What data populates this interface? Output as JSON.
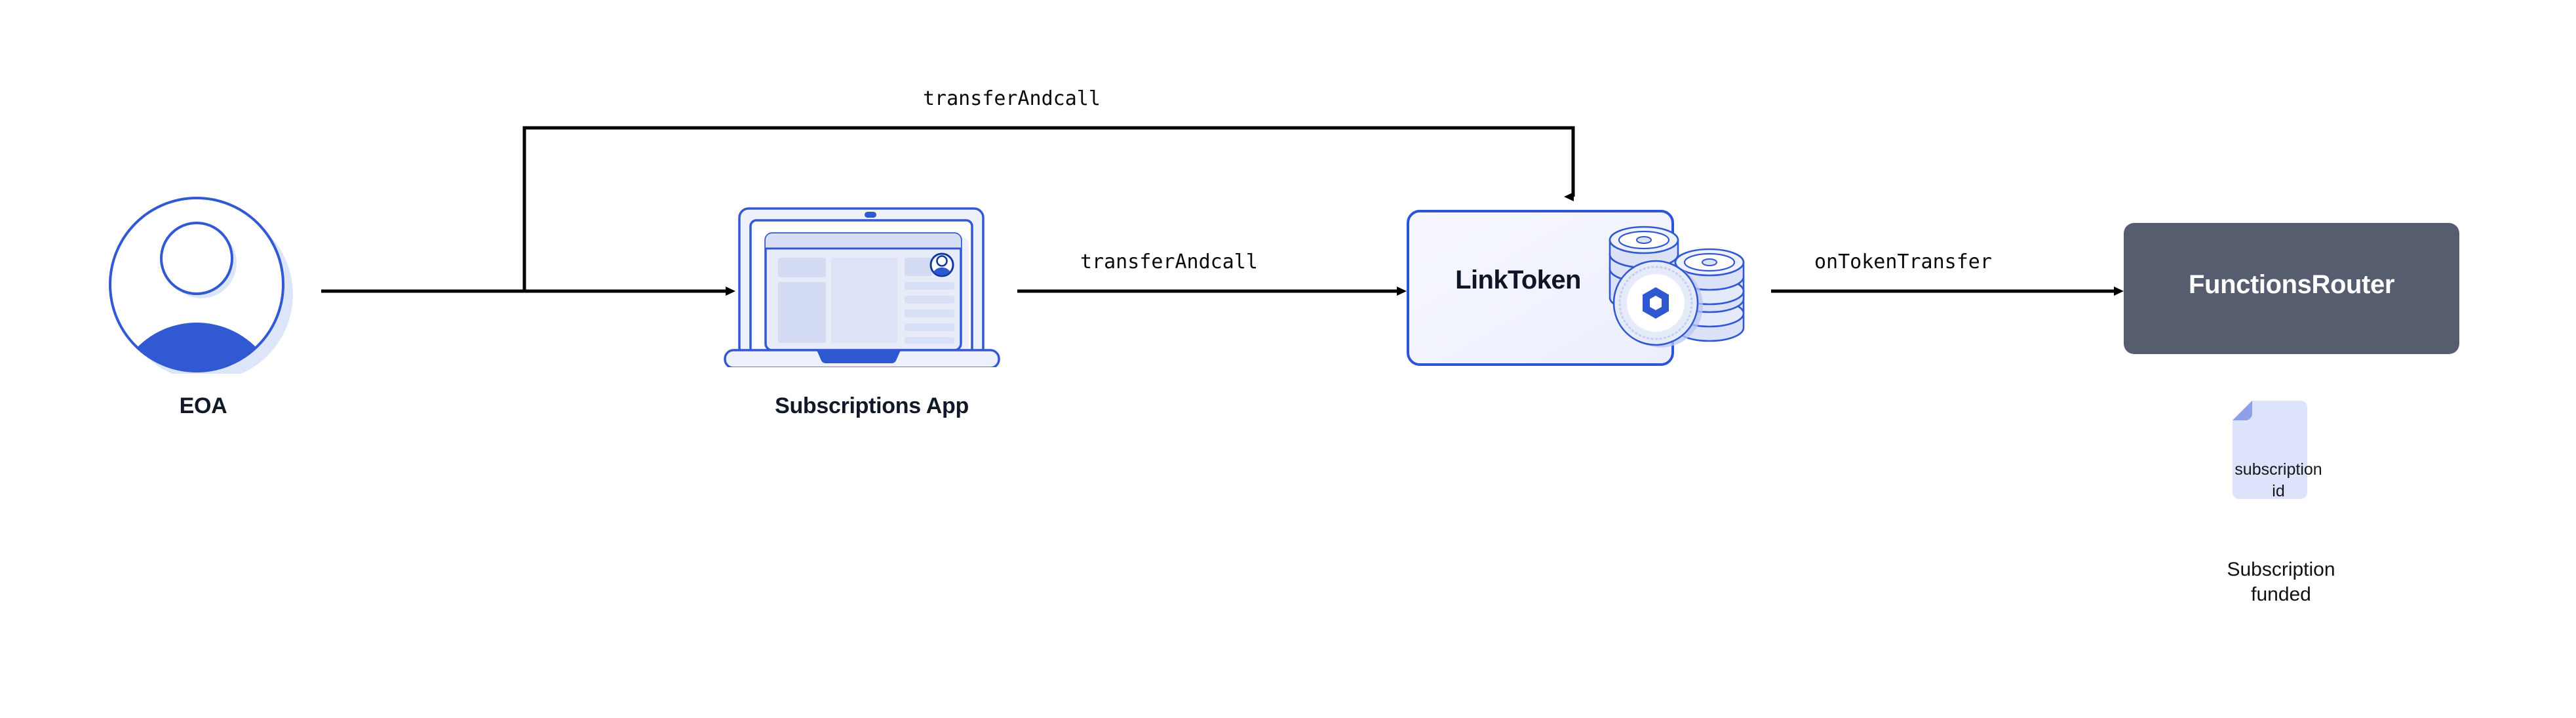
{
  "diagram": {
    "title": "Chainlink Functions subscription funding flow",
    "background": "#ffffff",
    "nodes": [
      {
        "id": "eoa",
        "label": "EOA",
        "icon": "user-avatar-icon"
      },
      {
        "id": "app",
        "label": "Subscriptions App",
        "icon": "laptop-icon"
      },
      {
        "id": "linktoken",
        "label": "LinkToken",
        "icon": "link-coins-icon",
        "fill": "#f2f4fd",
        "border": "#2c53d8",
        "text": "#0d1526"
      },
      {
        "id": "router",
        "label": "FunctionsRouter",
        "icon": "",
        "fill": "#565d6e",
        "border": "#565d6e",
        "text": "#ffffff"
      },
      {
        "id": "subscription",
        "label": "Subscription\nfunded",
        "icon": "document-icon",
        "doc_line1": "subscription",
        "doc_line2": "id",
        "fill": "#dde3fb",
        "fold": "#8fa0e8"
      }
    ],
    "edges": [
      {
        "id": "e1",
        "from": "eoa",
        "to": "app",
        "label": "",
        "routing": "straight"
      },
      {
        "id": "e2",
        "from": "eoa",
        "to": "linktoken",
        "label": "transferAndcall",
        "routing": "elbow-top"
      },
      {
        "id": "e3",
        "from": "app",
        "to": "linktoken",
        "label": "transferAndcall",
        "routing": "straight"
      },
      {
        "id": "e4",
        "from": "linktoken",
        "to": "router",
        "label": "onTokenTransfer",
        "routing": "straight"
      }
    ],
    "colors": {
      "arrow": "#000000",
      "brand_blue": "#3159d1",
      "accent_blue": "#2c53d8",
      "light_blue": "#dce4f8",
      "pale_blue": "#eaeefb",
      "dark_navy": "#0d1526",
      "slate": "#565d6e"
    }
  },
  "labels": {
    "eoa": "EOA",
    "app": "Subscriptions App",
    "linktoken": "LinkToken",
    "router": "FunctionsRouter",
    "doc_line1": "subscription",
    "doc_line2": "id",
    "subscription_caption_line1": "Subscription",
    "subscription_caption_line2": "funded"
  },
  "edge_labels": {
    "top_transfer": "transferAndcall",
    "mid_transfer": "transferAndcall",
    "on_token_transfer": "onTokenTransfer"
  }
}
